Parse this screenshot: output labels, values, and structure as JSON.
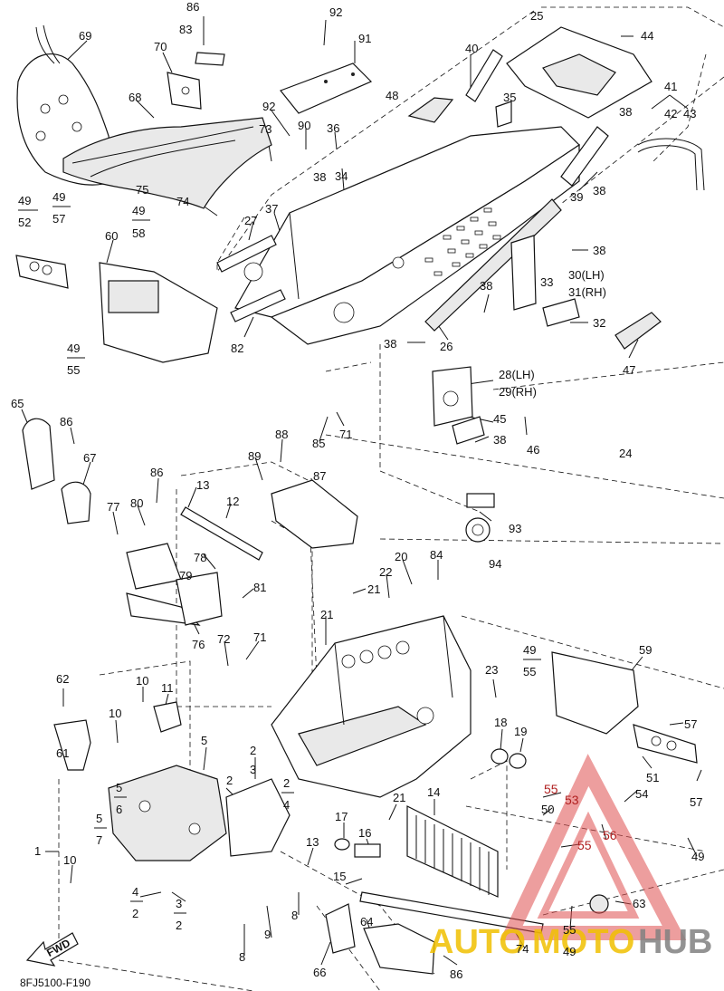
{
  "diagram_code": "8FJ5100-F190",
  "fwd_label": "FWD",
  "watermark": {
    "text_a": "AUTO",
    "text_b": "MOTO",
    "text_c": "HUB",
    "color_main": "#f0c000",
    "color_hub": "#808080",
    "triangle_color": "#e05050"
  },
  "callouts": {
    "c86a": "86",
    "c92a": "92",
    "c91": "91",
    "c25": "25",
    "c44": "44",
    "c69": "69",
    "c83": "83",
    "c70": "70",
    "c40": "40",
    "c48": "48",
    "c35": "35",
    "c41": "41",
    "c42": "42",
    "c43": "43",
    "c68": "68",
    "c92b": "92",
    "c90": "90",
    "c36": "36",
    "c73": "73",
    "c38a": "38",
    "c34": "38",
    "c34b": "34",
    "c38b": "38",
    "c75": "75",
    "c39": "39",
    "c38c": "38",
    "c49a": "49",
    "c52": "52",
    "c49b": "49",
    "c57a": "57",
    "c49c": "49",
    "c58": "58",
    "c74a": "74",
    "c27": "27",
    "c37": "37",
    "c38d": "38",
    "c60": "60",
    "c33": "33",
    "c30": "30(LH)",
    "c31": "31(RH)",
    "c38e": "38",
    "c32": "32",
    "c82": "82",
    "c38f": "38",
    "c26": "26",
    "c47": "47",
    "c49d": "49",
    "c55a": "55",
    "c28": "28(LH)",
    "c29": "29(RH)",
    "c65": "65",
    "c86b": "86",
    "c45": "45",
    "c71a": "71",
    "c85": "85",
    "c38g": "38",
    "c46": "46",
    "c24": "24",
    "c67": "67",
    "c88": "88",
    "c89": "89",
    "c87": "87",
    "c86c": "86",
    "c13a": "13",
    "c12": "12",
    "c77": "77",
    "c80": "80",
    "c93": "93",
    "c78": "78",
    "c79": "79",
    "c81": "81",
    "c94": "94",
    "c20": "20",
    "c84": "84",
    "c22": "22",
    "c21a": "21",
    "c76": "76",
    "c21b": "21",
    "c72": "72",
    "c71b": "71",
    "c49e": "49",
    "c55b": "55",
    "c59": "59",
    "c62": "62",
    "c10a": "10",
    "c11": "11",
    "c23": "23",
    "c10b": "10",
    "c18": "18",
    "c19": "19",
    "c57b": "57",
    "c61": "61",
    "c5a": "5",
    "c2a": "2",
    "c3a": "3",
    "c51": "51",
    "c5b": "5",
    "c6": "6",
    "c2b": "2",
    "c4a": "4",
    "c55c": "55",
    "c53": "53",
    "c54": "54",
    "c5c": "5",
    "c7": "7",
    "c21c": "21",
    "c14": "14",
    "c50": "50",
    "c57c": "57",
    "c1": "1",
    "c17": "17",
    "c16": "16",
    "c13b": "13",
    "c56": "56",
    "c55d": "55",
    "c49f": "49",
    "c10c": "10",
    "c15": "15",
    "c4b": "4",
    "c2c": "2",
    "c3b": "3",
    "c2d": "2",
    "c9": "9",
    "c8a": "8",
    "c63": "63",
    "c64": "64",
    "c55e": "55",
    "c49g": "49",
    "c74b": "74",
    "c8b": "8",
    "c66": "66",
    "c86d": "86"
  }
}
